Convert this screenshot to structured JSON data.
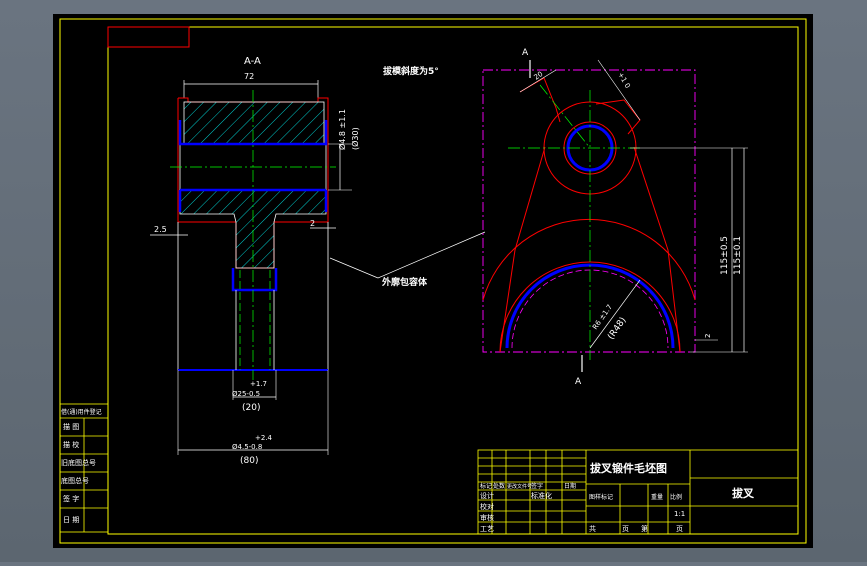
{
  "colors": {
    "background": "#000000",
    "frame": "#ffff00",
    "outline": "#ffffff",
    "hatch": "#00ffff",
    "center_line": "#00ff00",
    "machining_line": "#0000ff",
    "cavity_line": "#ff0000",
    "phantom_line": "#ff00ff",
    "dimension": "#ffffff"
  },
  "section_view": {
    "label": "A-A",
    "dims": {
      "width": "72",
      "bore": "Ø4.8 ±1.1",
      "bore_ref": "(Ø30)",
      "left_step": "2.5",
      "right_step": "2",
      "stem_tol": "+1.7",
      "stem": "Ø25-0.5",
      "stem_ref": "(20)",
      "base_tol": "+2.4",
      "base": "Ø4.5-0.8",
      "base_ref": "(80)"
    }
  },
  "notes": {
    "draft_angle": "拔模斜度为5°",
    "outline_label": "外廓包容体"
  },
  "plan_view": {
    "section_mark_top": "A",
    "section_mark_bottom": "A",
    "dims": {
      "arm_width": "20",
      "arm_tol": "+1 0",
      "arc_radius": "R6 ±1.7",
      "arc_radius_ref": "(R48)",
      "height_1": "115±0.5",
      "height_2": "115±0.1",
      "offset": "2"
    }
  },
  "title_block": {
    "drawing_title": "拔叉锻件毛坯图",
    "part_name": "拔叉",
    "stage_label": "图样标记",
    "weight_label": "重量",
    "scale_label": "比例",
    "scale_value": "1:1",
    "sheet_total_label": "共",
    "sheet_unit_1": "页",
    "sheet_index_label": "第",
    "sheet_unit_2": "页",
    "rows": [
      {
        "col1": "标记",
        "col2": "处数",
        "col3": "更改文件号",
        "col4": "签字",
        "col5": "日期"
      },
      {
        "col1": "设计",
        "col2": "",
        "col3": "标准化",
        "col4": "",
        "col5": ""
      },
      {
        "col1": "校对",
        "col2": "",
        "col3": "",
        "col4": "",
        "col5": ""
      },
      {
        "col1": "审核",
        "col2": "",
        "col3": "",
        "col4": "",
        "col5": ""
      },
      {
        "col1": "工艺",
        "col2": "",
        "col3": "",
        "col4": "",
        "col5": ""
      }
    ]
  },
  "side_table": {
    "rows": [
      "借(通)用件登记",
      "描 图",
      "描 校",
      "旧底图总号",
      "底图总号",
      "签 字",
      "日 期"
    ]
  }
}
